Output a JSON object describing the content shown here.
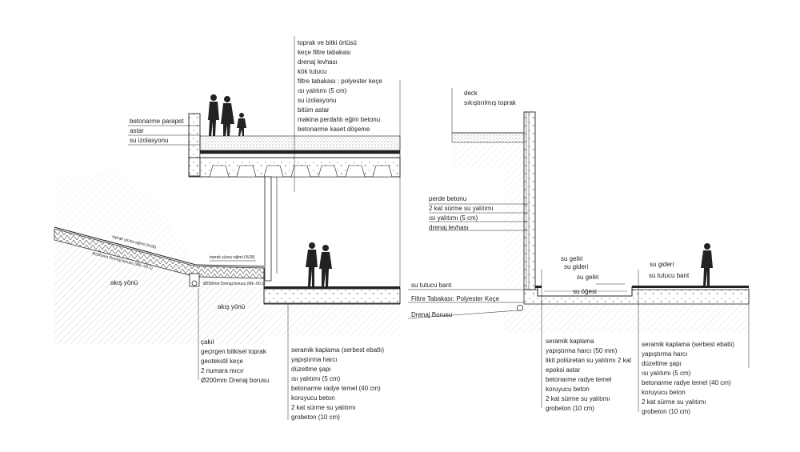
{
  "left_section": {
    "roof_layers": [
      "toprak ve bitki örtüsü",
      "keçe filtre tabakası",
      "drenaj levhası",
      "kök tutucu",
      "filtre tabakası : polyester keçe",
      "ısı yalıtımı (5 cm)",
      "su izolasyonu",
      "bitüm astar",
      "makina perdahlı eğim betonu",
      "betonarme kaset döşeme"
    ],
    "parapet_labels": [
      "betonarme parapet",
      "astar",
      "su izolasyonu"
    ],
    "slope_labels": [
      "toprak yüzey eğimi (%28)",
      "toprak yüzey eğimi (%28)",
      "Ø200mm Drenaj borusu (Mk.-00.1)",
      "Ø200mm Drenaj borusu (Mk.-00.1)"
    ],
    "flow_labels": [
      "akış yönü",
      "akış yönü"
    ],
    "drain_layers": [
      "çakıl",
      "geçirgen bitkisel toprak",
      "geotekstil keçe",
      "2 numara mıcır",
      "Ø200mm Drenaj borusu"
    ],
    "floor_layers": [
      "seramik kaplama (serbest ebatlı)",
      "yapıştırma harcı",
      "düzeltme şapı",
      "ısı yalıtımı (5 cm)",
      "betonarme radye temel (40 cm)",
      "koruyucu beton",
      "2 kat sürme su yalıtımı",
      "grobeton (10 cm)"
    ]
  },
  "right_section": {
    "top_labels": [
      "deck",
      "sıkıştırılmış toprak"
    ],
    "wall_layers": [
      "perde betonu",
      "2 kat sürme su yalıtımı",
      "ısı yalıtımı (5 cm)",
      "drenaj levhası"
    ],
    "base_labels": [
      "su tutucu bant",
      "Filtre Tabakası: Polyester Keçe",
      "Drenaj Borusu"
    ],
    "water_labels": [
      "su geliri",
      "su gideri",
      "su geliri",
      "su öğesi",
      "su gideri",
      "su tutucu bant"
    ],
    "pool_layers": [
      "seramik kaplama",
      "yapıştırma harcı (50 mm)",
      "likit poliüretan su yalıtımı 2 kat",
      "epoksi astar",
      "betonarme radye temel",
      "koruyucu beton",
      "2 kat sürme su yalıtımı",
      "grobeton (10 cm)"
    ],
    "floor_layers": [
      "seramik kaplama (serbest ebatlı)",
      "yapıştırma harcı",
      "düzeltme şapı",
      "ısı yalıtımı (5 cm)",
      "betonarme radye temel (40 cm)",
      "koruyucu beton",
      "2 kat sürme su yalıtımı",
      "grobeton (10 cm)"
    ]
  }
}
